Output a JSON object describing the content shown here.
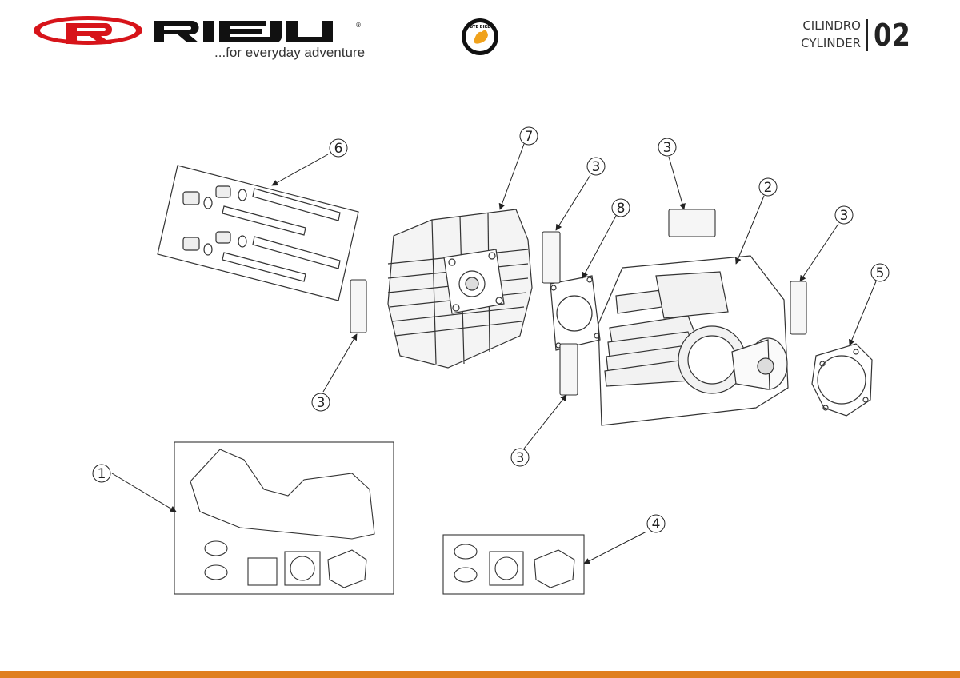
{
  "brand": {
    "logo_text": "RIEJU",
    "tagline": "...for everyday adventure",
    "badge_text": "BYE BIKE"
  },
  "title": {
    "spanish": "CILINDRO",
    "english": "CYLINDER",
    "page_number": "02"
  },
  "colors": {
    "brand_red": "#d7141a",
    "footer_orange": "#e07f1f",
    "line": "#333333"
  },
  "callouts": [
    "6",
    "7",
    "3",
    "3",
    "8",
    "2",
    "3",
    "5",
    "3",
    "3",
    "1",
    "4"
  ]
}
